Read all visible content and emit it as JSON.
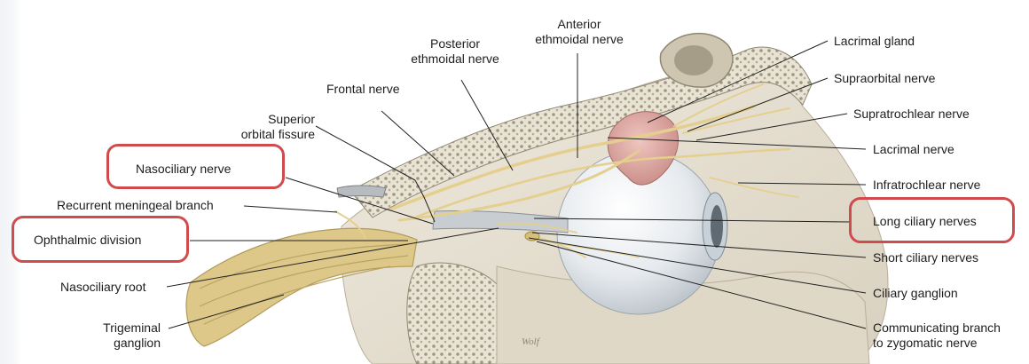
{
  "labels": {
    "anterior_ethmoidal": [
      "Anterior",
      "ethmoidal nerve"
    ],
    "posterior_ethmoidal": [
      "Posterior",
      "ethmoidal nerve"
    ],
    "frontal": "Frontal nerve",
    "superior_orbital_fissure": [
      "Superior",
      "orbital fissure"
    ],
    "nasociliary": "Nasociliary nerve",
    "recurrent_meningeal": "Recurrent meningeal branch",
    "ophthalmic_division": "Ophthalmic division",
    "nasociliary_root": "Nasociliary root",
    "trigeminal_ganglion": [
      "Trigeminal",
      "ganglion"
    ],
    "lacrimal_gland": "Lacrimal gland",
    "supraorbital": "Supraorbital nerve",
    "supratrochlear": "Supratrochlear nerve",
    "lacrimal_nerve": "Lacrimal nerve",
    "infratrochlear": "Infratrochlear nerve",
    "long_ciliary": "Long ciliary nerves",
    "short_ciliary": "Short ciliary nerves",
    "ciliary_ganglion": "Ciliary ganglion",
    "communicating_branch": [
      "Communicating branch",
      "to zygomatic nerve"
    ]
  },
  "signature": "Wolf",
  "highlight": [
    "nasociliary",
    "ophthalmic_division",
    "long_ciliary"
  ],
  "colors": {
    "highlight": "#cf4b4d",
    "nerve": "#e4cf8e",
    "bone": "#e7e1d2",
    "eyeball": "#eceff1",
    "gland": "#e2aaa5"
  }
}
